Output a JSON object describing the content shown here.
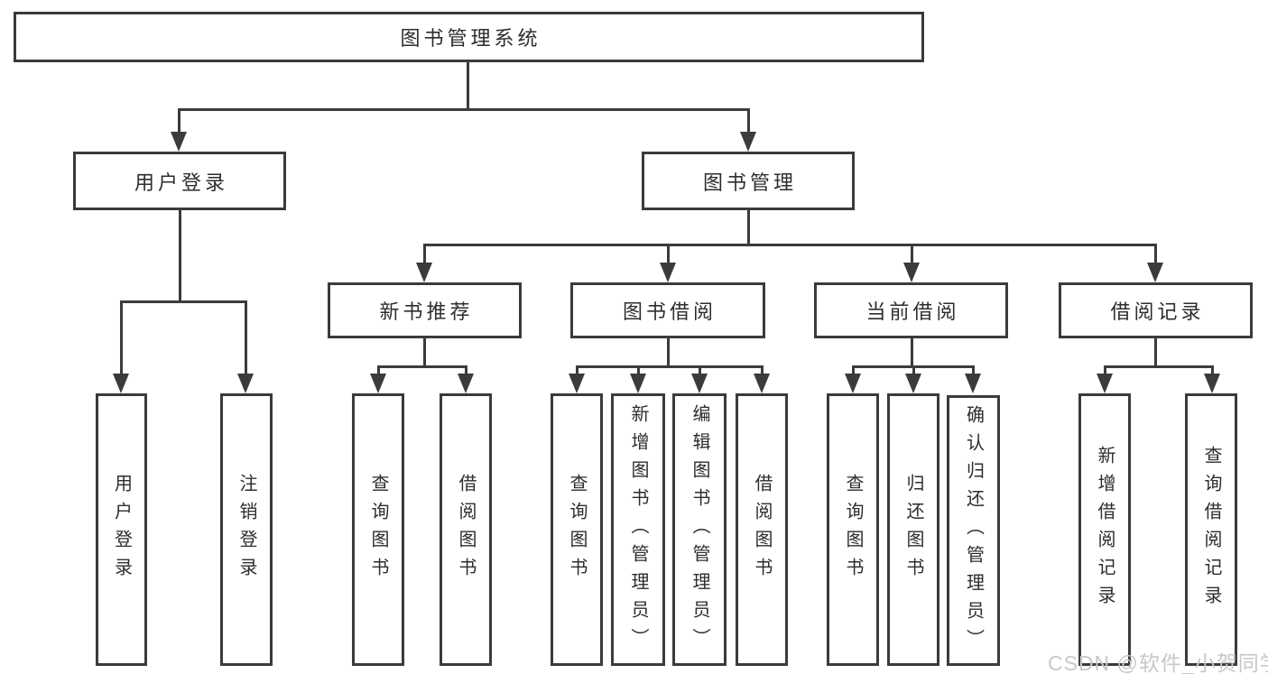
{
  "tree": {
    "root": "图书管理系统",
    "user_login": {
      "label": "用户登录",
      "children": [
        "用户登录",
        "注销登录"
      ]
    },
    "book_mgmt": {
      "label": "图书管理",
      "sections": {
        "new_book": {
          "label": "新书推荐",
          "children": [
            "查询图书",
            "借阅图书"
          ]
        },
        "book_borrow": {
          "label": "图书借阅",
          "children": [
            "查询图书",
            "新增图书（管理员）",
            "编辑图书（管理员）",
            "借阅图书"
          ]
        },
        "current_borrow": {
          "label": "当前借阅",
          "children": [
            "查询图书",
            "归还图书",
            "确认归还（管理员）"
          ]
        },
        "borrow_record": {
          "label": "借阅记录",
          "children": [
            "新增借阅记录",
            "查询借阅记录"
          ]
        }
      }
    }
  },
  "watermark": "CSDN @软件_小贺同学",
  "colors": {
    "line": "#3b3b3b",
    "box_border": "#3b3b3b",
    "text": "#2d2d2d",
    "watermark": "#c8c8c8",
    "background": "#ffffff"
  }
}
